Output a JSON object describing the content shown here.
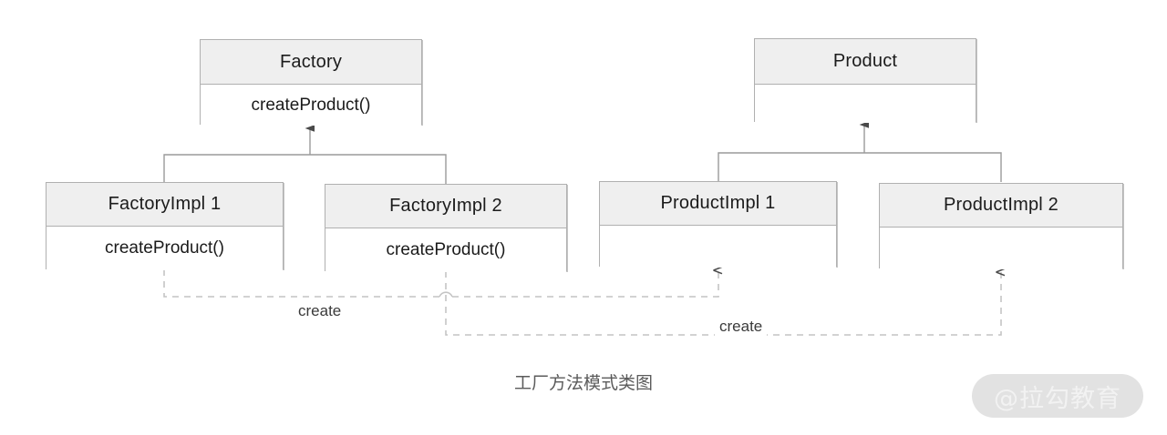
{
  "diagram": {
    "caption": "工厂方法模式类图",
    "watermark": "@拉勾教育",
    "colors": {
      "header_fill": "#efefef",
      "body_fill": "#ffffff",
      "border": "#b0b0b0",
      "connector": "#9a9a9a",
      "dashed_connector": "#c4c4c4",
      "text": "#1b1b1b",
      "caption_text": "#5b5b5b",
      "watermark_bg": "#e2e2e2",
      "watermark_text": "#f2f2f2"
    },
    "classes": [
      {
        "id": "factory",
        "name": "Factory",
        "member": "createProduct()"
      },
      {
        "id": "product",
        "name": "Product",
        "member": ""
      },
      {
        "id": "factory_impl_1",
        "name": "FactoryImpl 1",
        "member": "createProduct()"
      },
      {
        "id": "factory_impl_2",
        "name": "FactoryImpl 2",
        "member": "createProduct()"
      },
      {
        "id": "product_impl_1",
        "name": "ProductImpl 1",
        "member": ""
      },
      {
        "id": "product_impl_2",
        "name": "ProductImpl 2",
        "member": ""
      }
    ],
    "relations": [
      {
        "type": "generalization",
        "from": "FactoryImpl 1",
        "to": "Factory",
        "label": ""
      },
      {
        "type": "generalization",
        "from": "FactoryImpl 2",
        "to": "Factory",
        "label": ""
      },
      {
        "type": "generalization",
        "from": "ProductImpl 1",
        "to": "Product",
        "label": ""
      },
      {
        "type": "generalization",
        "from": "ProductImpl 2",
        "to": "Product",
        "label": ""
      },
      {
        "type": "dependency",
        "from": "FactoryImpl 1",
        "to": "ProductImpl 1",
        "label": "create"
      },
      {
        "type": "dependency",
        "from": "FactoryImpl 2",
        "to": "ProductImpl 2",
        "label": "create"
      }
    ],
    "labels": {
      "create_left": "create",
      "create_right": "create"
    }
  }
}
